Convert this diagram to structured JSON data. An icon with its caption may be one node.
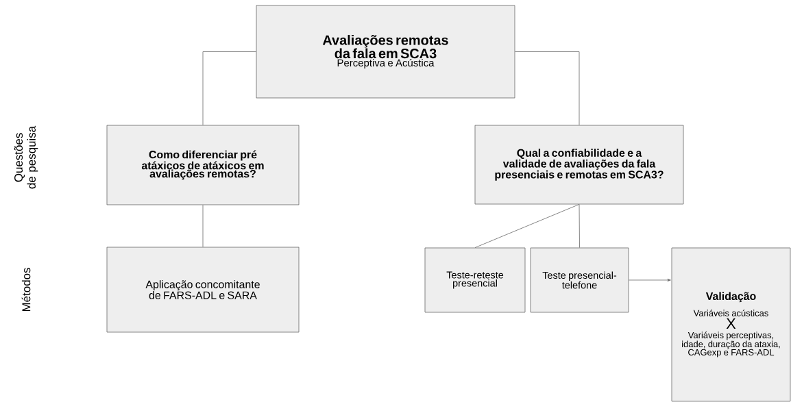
{
  "diagram": {
    "nodes": [
      {
        "text": [
          "Avaliações remotas da fala em SCA3",
          "Perceptiva e Acústica"
        ]
      },
      {
        "text": [
          "Como diferenciar pré atáxicos de atáxicos em avaliações remotas?"
        ]
      },
      {
        "text": [
          "Qual a confiabilidade e a validade de avaliações da fala presenciais e remotas em SCA3?"
        ]
      },
      {
        "text": [
          "Aplicação concomitante de FARS-ADL e SARA"
        ]
      },
      {
        "text": [
          "Teste-reteste presencial"
        ]
      },
      {
        "text": [
          "Teste presencial-telefone"
        ]
      },
      {
        "text": [
          "Validação",
          "Variáveis acústicas",
          "X",
          "Variáveis perceptivas, idade, duração da ataxia, CAGexp e FARS-ADL"
        ]
      }
    ],
    "edges": [
      {
        "from": 0,
        "to": 1,
        "arrow": "none"
      },
      {
        "from": 0,
        "to": 2,
        "arrow": "none"
      },
      {
        "from": 1,
        "to": 3,
        "arrow": "none"
      },
      {
        "from": 2,
        "to": 4,
        "arrow": "none"
      },
      {
        "from": 2,
        "to": 5,
        "arrow": "none"
      },
      {
        "from": 5,
        "to": 6,
        "arrow": "to"
      }
    ],
    "labels": [
      "Questões de pesquisa",
      "Métodos"
    ]
  }
}
